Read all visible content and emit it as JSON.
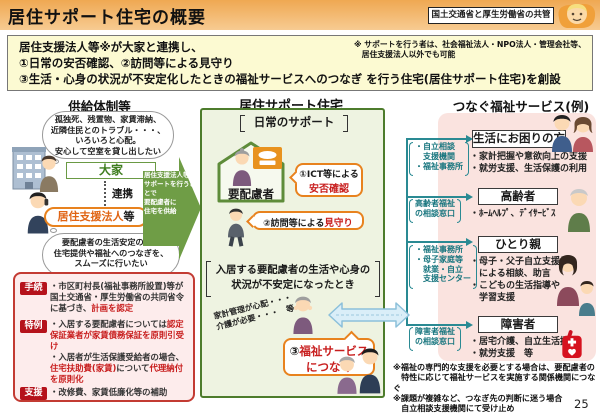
{
  "page_number": "25",
  "header": {
    "title": "居住サポート住宅の概要",
    "badge": "国土交通省と厚生労働省の共管"
  },
  "summary": {
    "line1": "居住支援法人等※が大家と連携し、",
    "line2": "①日常の安否確認、②訪問等による見守り",
    "line3": "③生活・心身の状況が不安定化したときの福祉サービスへのつなぎ を行う住宅(居住サポート住宅)を創設",
    "note": "※ サポートを行う者は、社会福祉法人・NPO法人・管理会社等、\n　居住支援法人以外でも可能"
  },
  "supply": {
    "heading": "供給体制等",
    "landlord_bubble": "孤独死、残置物、家賃滞納、\n近隣住民とのトラブル・・・、\nいろいろと心配。\n安心して空室を貸し出したい",
    "landlord_label": "大家",
    "link_label": "連携",
    "supporter_label": "居住支援法人",
    "supporter_suffix": "等",
    "supporter_bubble": "要配慮者の生活安定のため\n住宅提供や福祉へのつなぎを、\nスムーズに行いたい",
    "arrow_text": "居住支援法人等が\nサポートを行うことで\n要配慮者に\n住宅を供給",
    "procedure": {
      "label1": "手続",
      "r1_black": "・市区町村長(福祉事務所設置)等が国土交通省・厚生労働省の共同省令に基づき、",
      "r1_red": "計画を認定",
      "label2": "特例",
      "r2a_black": "・入居する要配慮者については",
      "r2a_red": "認定保証業者が家賃債務保証を原則引受け",
      "r2b_black": "・入居者が生活保護受給者の場合、",
      "r2b_red1": "住宅扶助費(家賃)",
      "r2b_black2": "について",
      "r2b_red2": "代理納付を原則化",
      "label3": "支援",
      "r3_black": "・改修費、家賃低廉化等の補助"
    }
  },
  "housing": {
    "heading": "居住サポート住宅",
    "daily_support": "日常のサポート",
    "resident_label": "要配慮者",
    "callout1_black": "①ICT等による",
    "callout1_red": "安否確認",
    "callout2_black": "②訪問等による",
    "callout2_red": "見守り",
    "unstable_text": "入居する要配慮者の生活や心身の\n状況が不安定になったとき",
    "worry_text": "家計管理が心配・・・\n介護が必要・・・　等",
    "callout3_black": "③",
    "callout3_red_line1": "福祉サービス",
    "callout3_red_line2": "につなぐ"
  },
  "services": {
    "heading": "つなぐ福祉サービス(例)",
    "groups": [
      {
        "bracket": "・自立相談\n　支援機関\n・福祉事務所",
        "category": "生活にお困りの方",
        "bullets": "・家計把握や意欲向上の支援\n・就労支援、生活保護の利用"
      },
      {
        "bracket": "高齢者福祉\nの相談窓口",
        "category": "高齢者",
        "bullets": "・ﾎｰﾑﾍﾙﾌﾟ、ﾃﾞｲｻｰﾋﾞｽ"
      },
      {
        "bracket": "・福祉事務所\n・母子家庭等\n　就業・自立\n　支援センター",
        "category": "ひとり親",
        "bullets": "・母子・父子自立支援員\n　による相談、助言\n・こどもの生活指導や\n　学習支援"
      },
      {
        "bracket": "障害者福祉\nの相談窓口",
        "category": "障害者",
        "bullets": "・居宅介護、自立生活援助\n・就労支援　等"
      }
    ],
    "notes": "※福祉の専門的な支援を必要とする場合は、要配慮者の\n　特性に応じて福祉サービスを実施する関係機関につなぐ\n※課題が複雑など、つなぎ先の判断に迷う場合\n　自立相談支援機関にて受け止め"
  },
  "colors": {
    "header_orange": "#efa852",
    "summary_yellow": "#fcfad2",
    "accent_red": "#c81e1e",
    "green": "#4d7c2c",
    "teal": "#2a8a93",
    "panel_pink": "#fae3df",
    "callout_orange": "#e8821e",
    "tag_red": "#b5121b"
  }
}
